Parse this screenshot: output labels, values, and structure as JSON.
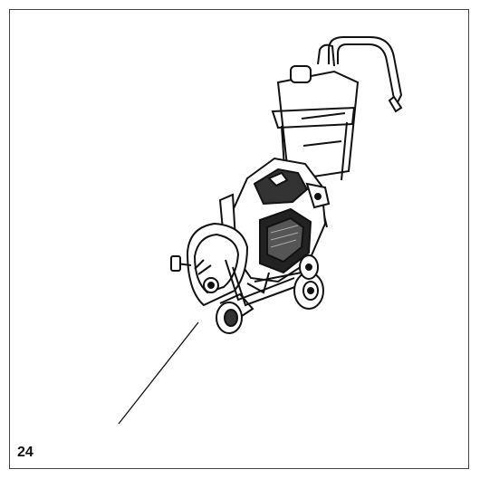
{
  "figure": {
    "number": "24",
    "subject": "wall-saw-cart-with-water-tank-illustration",
    "callout_count": 1,
    "colors": {
      "line": "#111111",
      "fill": "#ffffff",
      "shade": "#222222"
    }
  }
}
